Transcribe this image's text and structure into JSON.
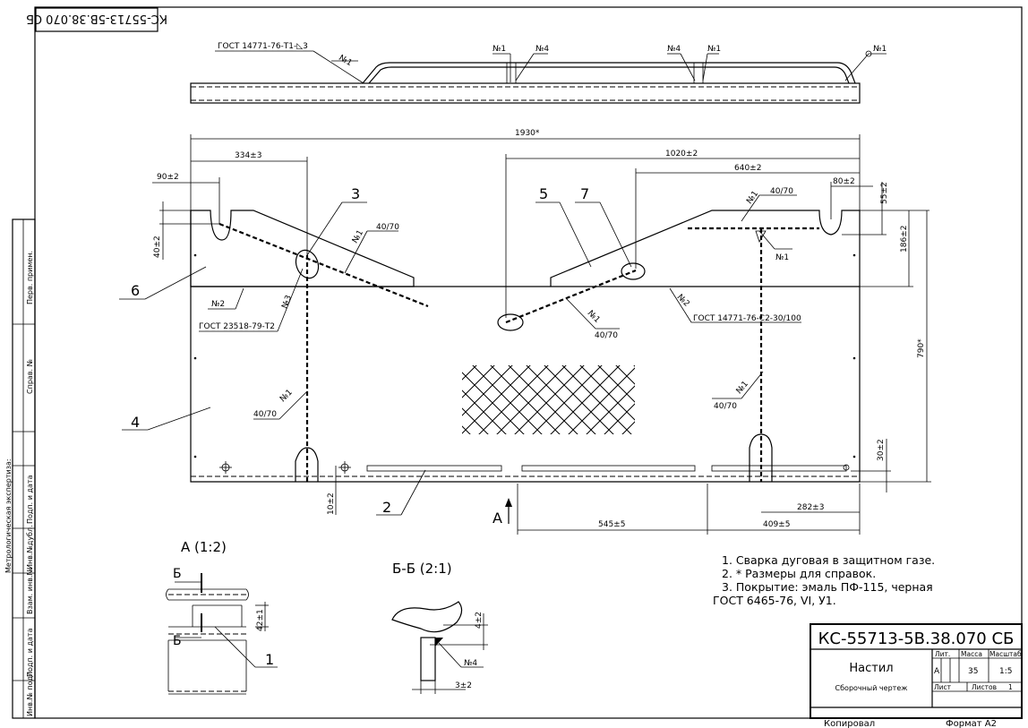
{
  "stamp_code": "КС-55713-5В.38.070 СБ",
  "top_view": {
    "gost_label": "ГОСТ 14771-76-Т1-◺3",
    "weld_labels": [
      "№1",
      "№1",
      "№4",
      "№4",
      "№1",
      "№1"
    ]
  },
  "dimensions": {
    "overall_width": "1930*",
    "d334": "334±3",
    "d1020": "1020±2",
    "d640": "640±2",
    "d90": "90±2",
    "d80": "80±2",
    "d55": "55±2",
    "d186": "186±2",
    "d40": "40±2",
    "d790": "790*",
    "d30": "30±2",
    "d10": "10±2",
    "d282": "282±3",
    "d545": "545±5",
    "d409": "409±5",
    "d42": "42±1",
    "d4": "4±2",
    "d3": "3±2"
  },
  "weld_notes": {
    "n1": "№1",
    "n2": "№2",
    "n3": "№3",
    "n4": "№4",
    "fraction": "40/70",
    "gost_23518": "ГОСТ 23518-79-Т2",
    "gost_14771": "ГОСТ 14771-76-С2-30/100"
  },
  "part_numbers": [
    "1",
    "2",
    "3",
    "4",
    "5",
    "6",
    "7"
  ],
  "view_a": {
    "title": "А (1:2)",
    "section": "Б",
    "arrow": "А"
  },
  "section_bb": {
    "title": "Б-Б (2:1)"
  },
  "notes": [
    "1. Сварка дуговая в защитном газе.",
    "2. * Размеры для справок.",
    "3. Покрытие: эмаль ПФ-115, черная",
    "ГОСТ 6465-76, VI, У1."
  ],
  "side_strip": {
    "perv_primen": "Перв. примен.",
    "sprav": "Справ. №",
    "metrology": "Метрологическая экспертиза:",
    "podp_data": "Подп. и дата",
    "inv_dubl": "Инв.№дубл.",
    "vzam_inv": "Взам. инв.№",
    "inv_podl": "Инв.№ подл."
  },
  "title_block": {
    "code": "КС-55713-5В.38.070 СБ",
    "name": "Настил",
    "subtitle": "Сборочный чертеж",
    "lit_header": "Лит.",
    "mass_header": "Масса",
    "scale_header": "Масштаб",
    "lit": "А",
    "mass": "35",
    "scale": "1:5",
    "sheet": "Лист",
    "sheets": "Листов",
    "sheets_count": "1",
    "copied": "Копировал",
    "format": "Формат А2"
  }
}
